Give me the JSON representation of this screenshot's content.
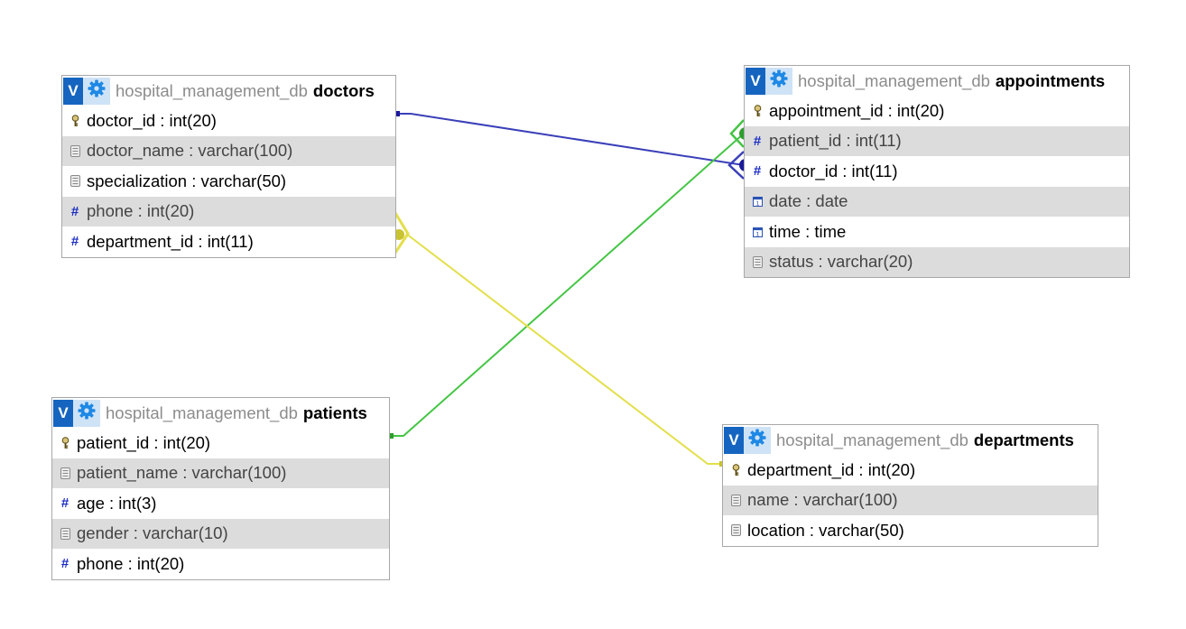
{
  "database": "hospital_management_db",
  "colors": {
    "doctors_appointments": "#3a3fb8",
    "patients_appointments": "#44c544",
    "doctors_departments": "#e3df4a",
    "header_button": "#1565c0",
    "shaded_row": "#dcdcdc"
  },
  "tables": {
    "doctors": {
      "db": "hospital_management_db",
      "name": "doctors",
      "columns": [
        {
          "text": "doctor_id : int(20)",
          "icon": "key-icon"
        },
        {
          "text": "doctor_name : varchar(100)",
          "icon": "text-icon"
        },
        {
          "text": "specialization : varchar(50)",
          "icon": "text-icon"
        },
        {
          "text": "phone : int(20)",
          "icon": "hash-icon"
        },
        {
          "text": "department_id : int(11)",
          "icon": "hash-icon"
        }
      ]
    },
    "appointments": {
      "db": "hospital_management_db",
      "name": "appointments",
      "columns": [
        {
          "text": "appointment_id : int(20)",
          "icon": "key-icon"
        },
        {
          "text": "patient_id : int(11)",
          "icon": "hash-icon"
        },
        {
          "text": "doctor_id : int(11)",
          "icon": "hash-icon"
        },
        {
          "text": "date : date",
          "icon": "calendar-icon"
        },
        {
          "text": "time : time",
          "icon": "calendar-icon"
        },
        {
          "text": "status : varchar(20)",
          "icon": "text-icon"
        }
      ]
    },
    "patients": {
      "db": "hospital_management_db",
      "name": "patients",
      "columns": [
        {
          "text": "patient_id : int(20)",
          "icon": "key-icon"
        },
        {
          "text": "patient_name : varchar(100)",
          "icon": "text-icon"
        },
        {
          "text": "age : int(3)",
          "icon": "hash-icon"
        },
        {
          "text": "gender : varchar(10)",
          "icon": "text-icon"
        },
        {
          "text": "phone : int(20)",
          "icon": "hash-icon"
        }
      ]
    },
    "departments": {
      "db": "hospital_management_db",
      "name": "departments",
      "columns": [
        {
          "text": "department_id : int(20)",
          "icon": "key-icon"
        },
        {
          "text": "name : varchar(100)",
          "icon": "text-icon"
        },
        {
          "text": "location : varchar(50)",
          "icon": "text-icon"
        }
      ]
    }
  },
  "header_button_label": "V",
  "relations": [
    {
      "from": "doctors.doctor_id",
      "to": "appointments.doctor_id"
    },
    {
      "from": "patients.patient_id",
      "to": "appointments.patient_id"
    },
    {
      "from": "departments.department_id",
      "to": "doctors.department_id"
    }
  ]
}
